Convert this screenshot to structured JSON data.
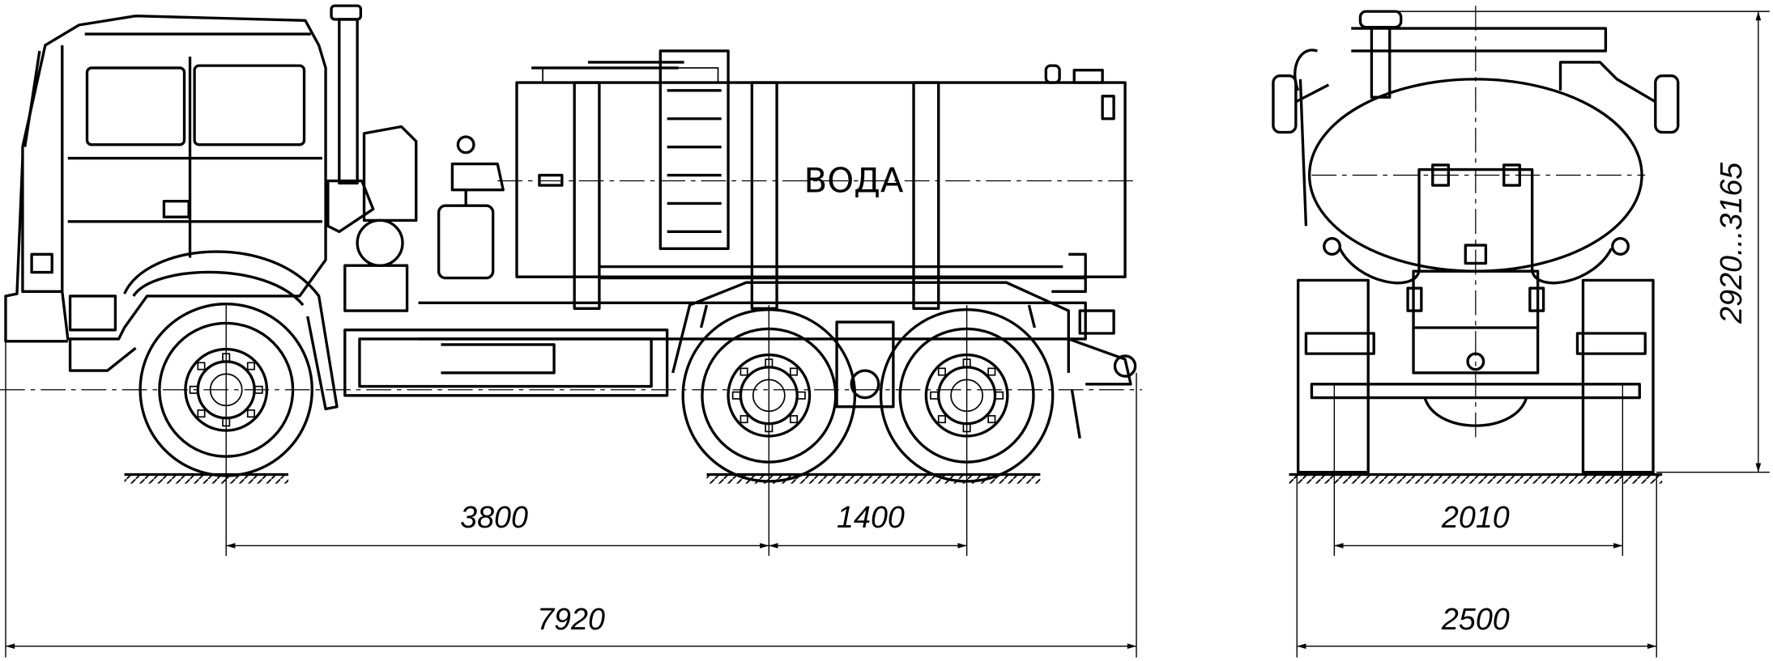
{
  "drawing": {
    "tank_label": "ВОДА",
    "dimensions": {
      "wheelbase_front": "3800",
      "wheelbase_rear": "1400",
      "overall_length": "7920",
      "track_width": "2010",
      "overall_width": "2500",
      "overall_height": "2920...3165"
    }
  }
}
